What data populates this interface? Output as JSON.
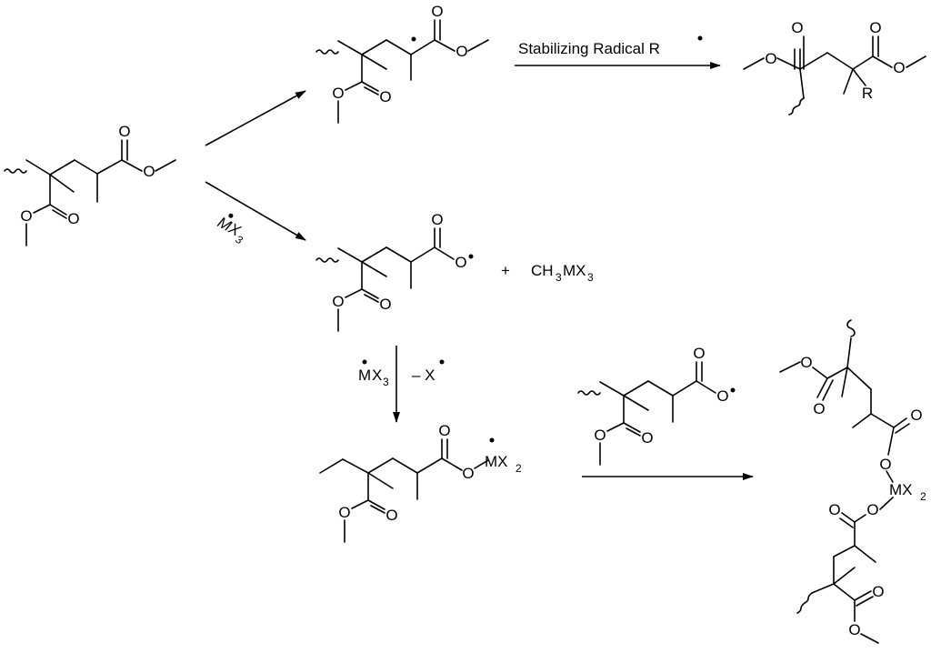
{
  "atoms": {
    "oxygen": "O",
    "r_group": "R",
    "x_atom": "X"
  },
  "reagents": {
    "stabilizing_radical": "Stabilizing Radical R",
    "mx3_m": "M",
    "mx3_x": "X",
    "mx3_sub": "3",
    "ch3mx3_plus": "+",
    "ch3mx3_ch": "CH",
    "ch3mx3_sub1": "3",
    "ch3mx3_mx": "MX",
    "ch3mx3_sub2": "3",
    "minus_x": "– X",
    "mx2_m": "MX",
    "mx2_sub": "2"
  }
}
